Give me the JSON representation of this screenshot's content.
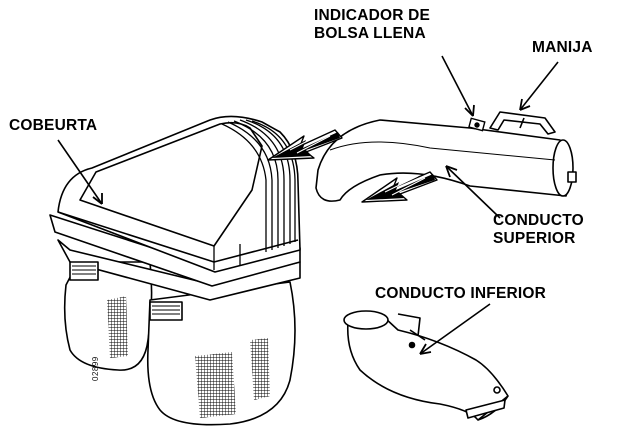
{
  "labels": {
    "indicator_line1": "INDICADOR DE",
    "indicator_line2": "BOLSA LLENA",
    "handle": "MANIJA",
    "cover": "COBEURTA",
    "upper_chute_line1": "CONDUCTO",
    "upper_chute_line2": "SUPERIOR",
    "lower_chute": "CONDUCTO INFERIOR"
  },
  "part_code": "02899",
  "colors": {
    "ink": "#000000",
    "background": "#ffffff"
  }
}
